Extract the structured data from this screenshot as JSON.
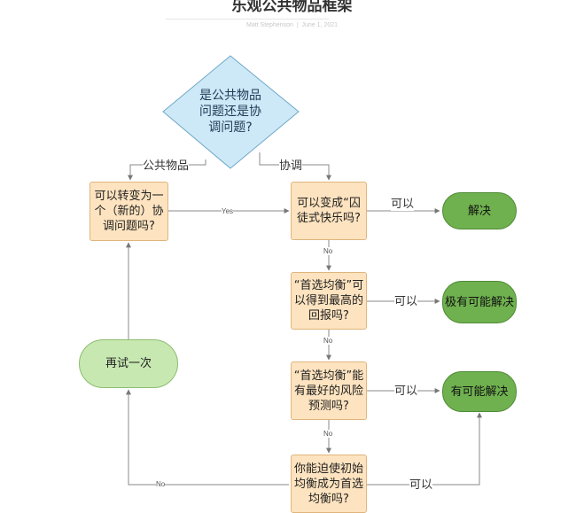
{
  "header": {
    "title": "乐观公共物品框架",
    "author": "Matt Stephenson",
    "date": "June 1, 2021"
  },
  "nodes": {
    "start": "是公共物品问题还是协调问题?",
    "convert": "可以转变为一个（新的）协调问题吗?",
    "prisoners": "可以变成“囚徒式快乐吗?",
    "best_eq": "“首选均衡”可以得到最高的回报吗?",
    "risk": "“首选均衡”能有最好的风险预测吗?",
    "force": "你能迫使初始均衡成为首选均衡吗?",
    "retry": "再试一次",
    "solved": "解决",
    "likely": "极有可能解决",
    "possible": "有可能解决"
  },
  "edges": {
    "public_goods": "公共物品",
    "coordination": "协调",
    "yes": "Yes",
    "can1": "可以",
    "can2": "可以",
    "can3": "可以",
    "can4": "可以",
    "no1": "No",
    "no2": "No",
    "no3": "No",
    "no4": "No"
  },
  "colors": {
    "box_fill": "#fde3bf",
    "diamond_fill": "#cde8f6",
    "solved_fill": "#6fb14f",
    "retry_fill": "#c8e8b2",
    "connector": "#8a8a8a"
  }
}
